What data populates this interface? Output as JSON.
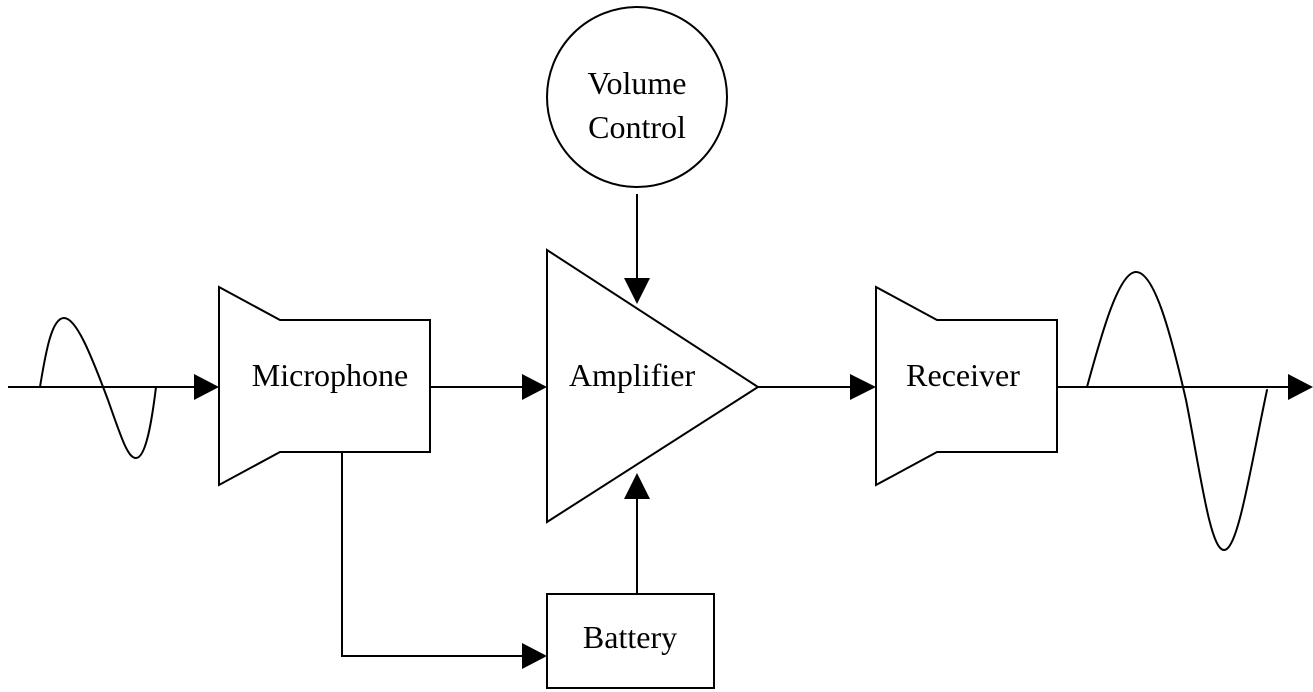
{
  "diagram": {
    "blocks": {
      "microphone": "Microphone",
      "amplifier": "Amplifier",
      "receiver": "Receiver",
      "battery": "Battery",
      "volume_control_line1": "Volume",
      "volume_control_line2": "Control"
    }
  }
}
